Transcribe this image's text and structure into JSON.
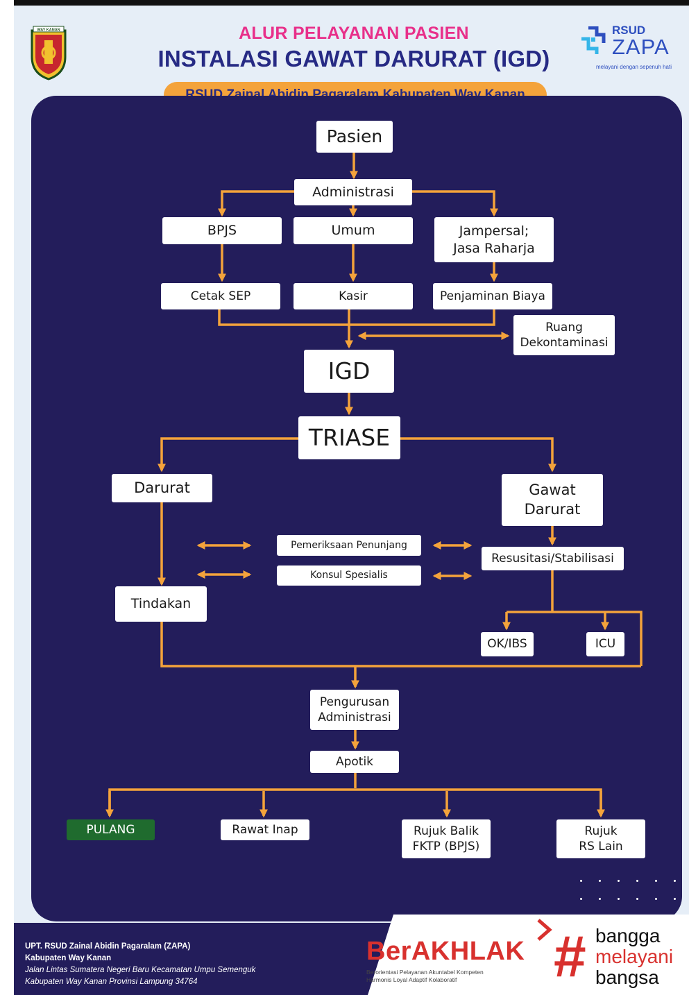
{
  "header": {
    "logo_text": "WAY KANAN",
    "title_line1": "ALUR PELAYANAN PASIEN",
    "title_line2": "INSTALASI GAWAT DARURAT (IGD)",
    "hospital": "RSUD Zainal Abidin Pagaralam Kabupaten Way Kanan",
    "brand_rsud": "RSUD",
    "brand_zapa": "ZAPA",
    "brand_tagline": "melayani dengan sepenuh hati"
  },
  "flow": {
    "pasien": "Pasien",
    "administrasi": "Administrasi",
    "bpjs": "BPJS",
    "umum": "Umum",
    "jampersal": "Jampersal;",
    "jasa_raharja": "Jasa Raharja",
    "cetak_sep": "Cetak SEP",
    "kasir": "Kasir",
    "penjaminan": "Penjaminan Biaya",
    "ruang": "Ruang",
    "dekontaminasi": "Dekontaminasi",
    "igd": "IGD",
    "triase": "TRIASE",
    "darurat": "Darurat",
    "gawat": "Gawat",
    "gawat_darurat": "Darurat",
    "pemeriksaan": "Pemeriksaan Penunjang",
    "konsul": "Konsul Spesialis",
    "resusitasi": "Resusitasi/Stabilisasi",
    "tindakan": "Tindakan",
    "ok_ibs": "OK/IBS",
    "icu": "ICU",
    "pengurusan": "Pengurusan",
    "pengurusan_admin": "Administrasi",
    "apotik": "Apotik",
    "pulang": "PULANG",
    "rawat_inap": "Rawat Inap",
    "rujuk_balik": "Rujuk Balik",
    "fktp": "FKTP (BPJS)",
    "rujuk": "Rujuk",
    "rs_lain": "RS Lain"
  },
  "footer": {
    "line1": "UPT. RSUD Zainal Abidin Pagaralam (ZAPA)",
    "line2": "Kabupaten Way Kanan",
    "line3": "Jalan Lintas Sumatera Negeri Baru Kecamatan Umpu Semenguk",
    "line4": "Kabupaten Way Kanan Provinsi Lampung 34764",
    "berakhlak": "BerAKHLAK",
    "berakhlak_sub1": "Berorientasi Pelayanan Akuntabel Kompeten",
    "berakhlak_sub2": "Harmonis Loyal Adaptif Kolaboratif",
    "hash": "#",
    "bangga": "bangga",
    "melayani": "melayani",
    "bangsa": "bangsa"
  },
  "colors": {
    "panel": "#231d5b",
    "arrow": "#f4a33b",
    "title_pink": "#e8308a",
    "title_navy": "#262a84",
    "pill": "#f4a33b",
    "pulang": "#1f6b2e",
    "berakhlak_red": "#d8312e"
  }
}
